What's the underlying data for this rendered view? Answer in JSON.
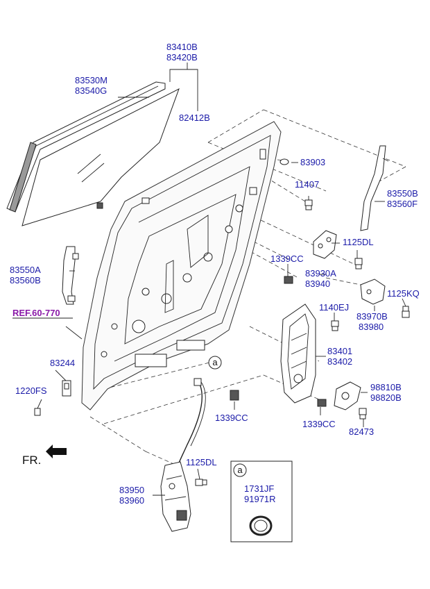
{
  "labels": {
    "l_83410B": "83410B",
    "l_83420B": "83420B",
    "l_83530M": "83530M",
    "l_83540G": "83540G",
    "l_82412B": "82412B",
    "l_83903": "83903",
    "l_11407": "11407",
    "l_83550B": "83550B",
    "l_83560F": "83560F",
    "l_1125DL_a": "1125DL",
    "l_1339CC_a": "1339CC",
    "l_83930A": "83930A",
    "l_83940": "83940",
    "l_83550A": "83550A",
    "l_83560B": "83560B",
    "l_1125KQ": "1125KQ",
    "l_1140EJ": "1140EJ",
    "l_83970B": "83970B",
    "l_83980": "83980",
    "l_83401": "83401",
    "l_83402": "83402",
    "l_83244": "83244",
    "l_1220FS": "1220FS",
    "l_1339CC_b": "1339CC",
    "l_98810B": "98810B",
    "l_98820B": "98820B",
    "l_1339CC_c": "1339CC",
    "l_82473": "82473",
    "l_1125DL_b": "1125DL",
    "l_83950": "83950",
    "l_83960": "83960",
    "l_1731JF": "1731JF",
    "l_91971R": "91971R"
  },
  "ref_label": "REF.60-770",
  "callout_letter": "a",
  "inset_letter": "a",
  "fr_label": "FR."
}
